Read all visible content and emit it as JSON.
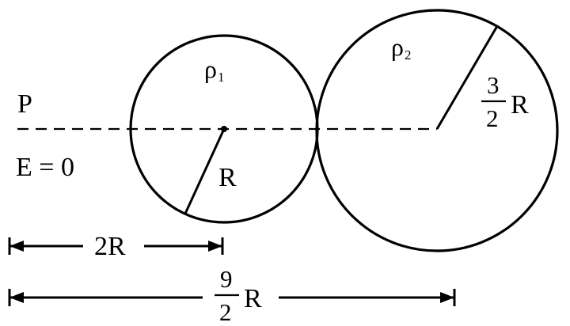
{
  "labels": {
    "point": "P",
    "field": "E = 0",
    "rho1_symbol": "ρ",
    "rho1_sub": "1",
    "rho2_symbol": "ρ",
    "rho2_sub": "2",
    "small_radius": "R",
    "large_radius_num": "3",
    "large_radius_den": "2",
    "large_radius_unit": "R"
  },
  "dimensions": {
    "short_label": "2R",
    "long_num": "9",
    "long_den": "2",
    "long_unit": "R"
  },
  "colors": {
    "ink": "#000000",
    "background": "#ffffff"
  }
}
